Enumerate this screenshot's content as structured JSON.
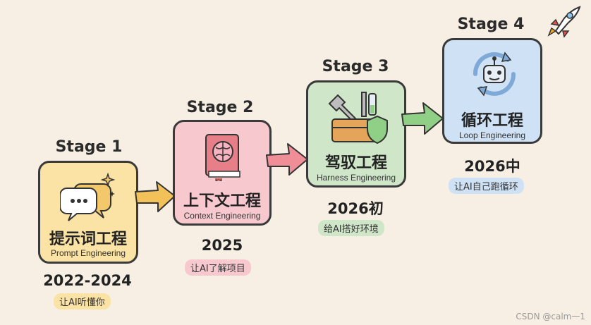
{
  "stages": [
    {
      "label": "Stage 1",
      "title_cn": "提示词工程",
      "title_en": "Prompt Engineering",
      "year": "2022-2024",
      "desc": "让AI听懂你"
    },
    {
      "label": "Stage 2",
      "title_cn": "上下文工程",
      "title_en": "Context Engineering",
      "year": "2025",
      "desc": "让AI了解项目"
    },
    {
      "label": "Stage 3",
      "title_cn": "驾驭工程",
      "title_en": "Harness Engineering",
      "year": "2026初",
      "desc": "给AI搭好环境"
    },
    {
      "label": "Stage 4",
      "title_cn": "循环工程",
      "title_en": "Loop Engineering",
      "year": "2026中",
      "desc": "让AI自己跑循环"
    }
  ],
  "colors": {
    "stage1": "#fbe3a6",
    "stage2": "#f7c9cf",
    "stage3": "#cfe6c8",
    "stage4": "#cfe2f5",
    "arrow1": "#f2c15a",
    "arrow2": "#ef8e97",
    "arrow3": "#8fcf86"
  },
  "icons": [
    "chat-bubbles-icon",
    "brain-book-icon",
    "toolbox-shield-icon",
    "robot-cycle-icon",
    "rocket-icon"
  ],
  "watermark": "CSDN @calm一1"
}
